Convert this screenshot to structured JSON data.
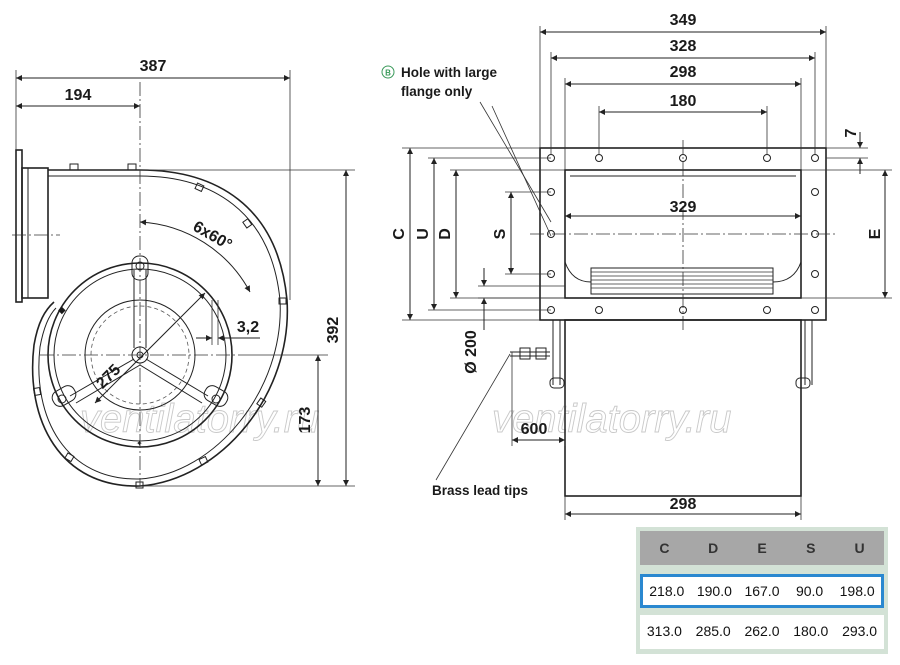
{
  "side_view": {
    "dim_width_total": "387",
    "dim_width_half": "194",
    "dim_height_total": "392",
    "dim_height_lower": "173",
    "dim_angle": "6x60°",
    "dim_flange": "3,2",
    "dim_diameter": "275"
  },
  "front_view": {
    "dim_349": "349",
    "dim_328": "328",
    "dim_298_top": "298",
    "dim_180": "180",
    "dim_329": "329",
    "dim_298_bottom": "298",
    "dim_7": "7",
    "dim_600": "600",
    "dim_200": "Ø 200",
    "label_C": "C",
    "label_U": "U",
    "label_D": "D",
    "label_S": "S",
    "label_E": "E"
  },
  "notes": {
    "marker_b": "B",
    "hole_line1": "Hole with large",
    "hole_line2": "flange only",
    "brass": "Brass lead tips"
  },
  "watermark": "ventilatorry.ru",
  "table": {
    "headers": [
      "C",
      "D",
      "E",
      "S",
      "U"
    ],
    "rows": [
      [
        "218.0",
        "190.0",
        "167.0",
        "90.0",
        "198.0"
      ],
      [
        "313.0",
        "285.0",
        "262.0",
        "180.0",
        "293.0"
      ]
    ],
    "highlight_color": "#2a88d0",
    "header_color": "#a7a7a7",
    "background_color": "#d3e2d6"
  }
}
